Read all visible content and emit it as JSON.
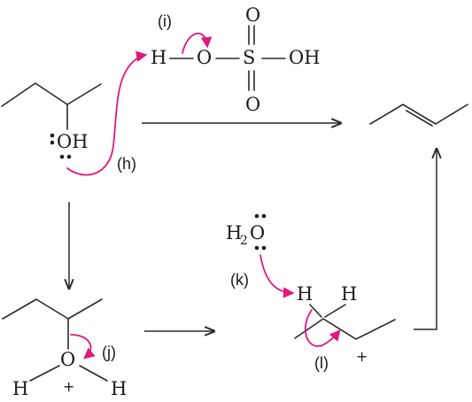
{
  "diagram": {
    "atoms": {
      "h_acid": "H",
      "o_acid": "O",
      "s": "S",
      "o_top": "O",
      "o_bottom": "O",
      "oh_acid": "OH",
      "oh_alcohol": "OH",
      "water_h": "H",
      "water_sub": "2",
      "water_o": "O",
      "h_beta_left": "H",
      "h_beta_right": "H",
      "o_oxonium": "O",
      "h_ox_left": "H",
      "h_ox_right": "H"
    },
    "charges": {
      "oxonium": "+",
      "carbocation": "+"
    },
    "step_labels": {
      "h": "(h)",
      "i": "(i)",
      "j": "(j)",
      "k": "(k)",
      "l": "(l)"
    },
    "colors": {
      "curly_arrow": "#e0197d",
      "ink": "#1a1a1a"
    }
  }
}
